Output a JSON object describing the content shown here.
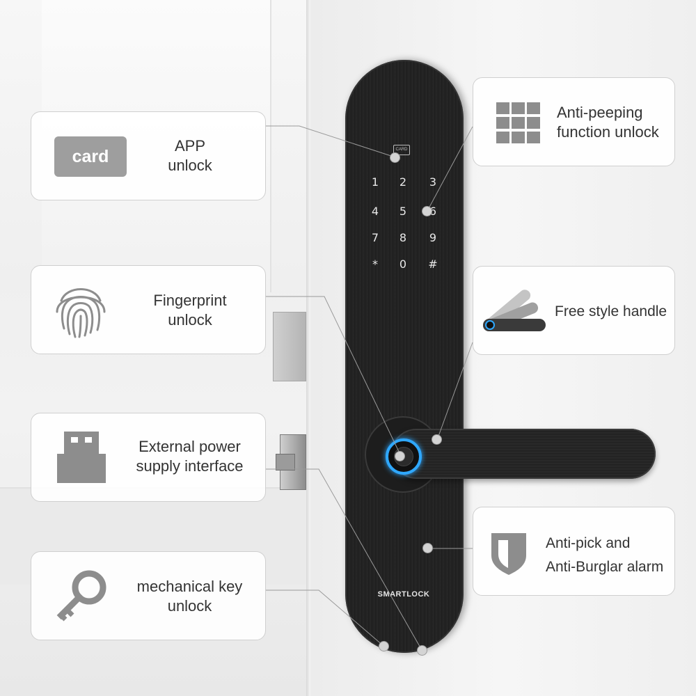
{
  "callouts": {
    "app_unlock": {
      "badge": "card",
      "text": "APP\nunlock"
    },
    "fingerprint": {
      "text": "Fingerprint\nunlock"
    },
    "power": {
      "text": "External power\nsupply interface"
    },
    "key": {
      "text": "mechanical key\nunlock"
    },
    "anti_peeping": {
      "text": "Anti-peeping\nfunction unlock"
    },
    "handle": {
      "text": "Free style handle"
    },
    "anti_pick": {
      "text": "Anti-pick and\nAnti-Burglar alarm"
    }
  },
  "lock": {
    "card_mark": "CARD",
    "keypad": [
      "1",
      "2",
      "3",
      "4",
      "5",
      "6",
      "7",
      "8",
      "9",
      "*",
      "0",
      "#"
    ],
    "brand": "SMARTLOCK"
  },
  "colors": {
    "icon_gray": "#8d8d8d",
    "fingerprint_ring": "#2fa8ff",
    "lock_body": "#232323"
  },
  "icons": {
    "app": "card-icon",
    "fingerprint": "fingerprint-icon",
    "power": "usb-plug-icon",
    "key": "key-icon",
    "anti_peeping": "keypad-grid-icon",
    "handle": "handle-icon",
    "anti_pick": "shield-icon"
  }
}
